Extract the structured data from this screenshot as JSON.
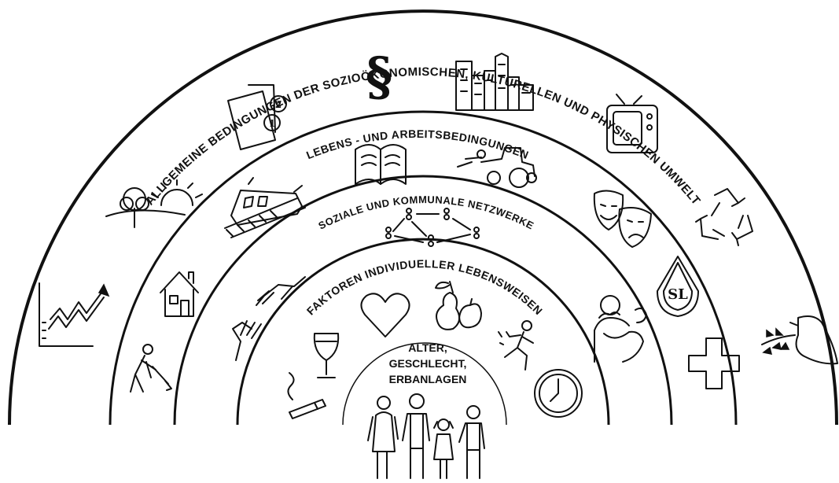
{
  "rings": {
    "outer": "ALLGEMEINE BEDINGUNGEN DER SOZIOÖKONOMISCHEN, KULTURELLEN UND PHYSISCHEN UMWELT",
    "living": "LEBENS - UND ARBEITSBEDINGUNGEN",
    "social": "SOZIALE UND KOMMUNALE NETZWERKE",
    "individual": "FAKTOREN INDIVIDUELLER LEBENSWEISEN"
  },
  "core": {
    "line1": "ALTER,",
    "line2": "GESCHLECHT,",
    "line3": "ERBANLAGEN"
  },
  "icons": {
    "paragraph_glyph": "§",
    "coin_one": "1",
    "coin_two": "2",
    "sign_text": "SL"
  },
  "colors": {
    "ink": "#111111",
    "background": "#ffffff"
  }
}
